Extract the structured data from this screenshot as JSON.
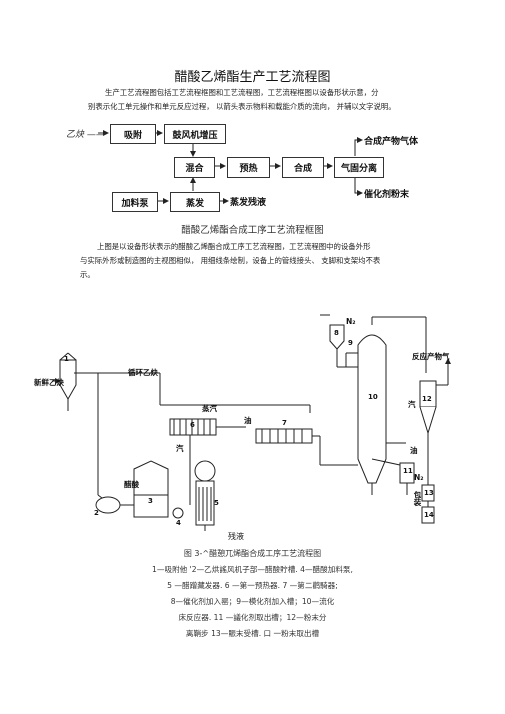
{
  "title": "醋酸乙烯酯生产工艺流程图",
  "intro": [
    "生产工艺流程图包括工艺流程框图和工艺流程图，工艺流程框图以设备形状示意，分",
    "别表示化工单元操作和单元反应过程，    以箭头表示物料和载能介质的流向，    并辅以文字说明。"
  ],
  "block_diagram": {
    "input_label": "乙炔",
    "boxes": {
      "absorb": "吸附",
      "blower": "鼓风机增压",
      "mix": "混合",
      "preheat": "预热",
      "synth": "合成",
      "separate": "气固分离",
      "pump": "加料泵",
      "evap": "蒸发"
    },
    "outputs": {
      "gas": "合成产物气体",
      "catalyst": "催化剂粉末",
      "residue": "蒸发残液"
    }
  },
  "block_caption": "醋酸乙烯酯合成工序工艺流程框图",
  "para2": [
    "上图是以设备形状表示的醋酸乙烯酯合成工序工艺流程图，工艺流程图中的设备外形",
    "与实际外形或制造图的主视图相似，    用细线条绘制，设备上的管线接头、    支脚和支架均不表",
    "示。"
  ],
  "process": {
    "fresh_acetylene": "新鲜乙炔",
    "recycle_acetylene": "循环乙炔",
    "acetic_acid": "醋酸",
    "steam1": "蒸汽",
    "steam2": "汽",
    "steam3": "汽",
    "oil1": "油",
    "oil2": "油",
    "nitrogen1": "N₂",
    "nitrogen2": "N₂",
    "product_gas": "反应产物气",
    "package": "包装",
    "residue": "残液",
    "n": [
      "1",
      "2",
      "3",
      "4",
      "5",
      "6",
      "7",
      "8",
      "9",
      "10",
      "11",
      "12",
      "13",
      "14"
    ]
  },
  "figure_caption": "图 3-^醋憩兀烯酯合成工序工艺流程图",
  "legend": [
    "1—吸附他 '2—乙烘謠风机子部—醋酸貯槽. 4—醋酸加料泵,",
    "5 —醋蹭藏发器. 6 —第一预热器. 7 —第二鹳騎器;",
    "8—催化剂加入罂；9—模化剂加入槽；10—流化",
    "床反应器. 11 —議化剂取出槽；12—粉末分",
    "离鞘步 13—賑末受槽. 口 一粉末取出槽"
  ]
}
